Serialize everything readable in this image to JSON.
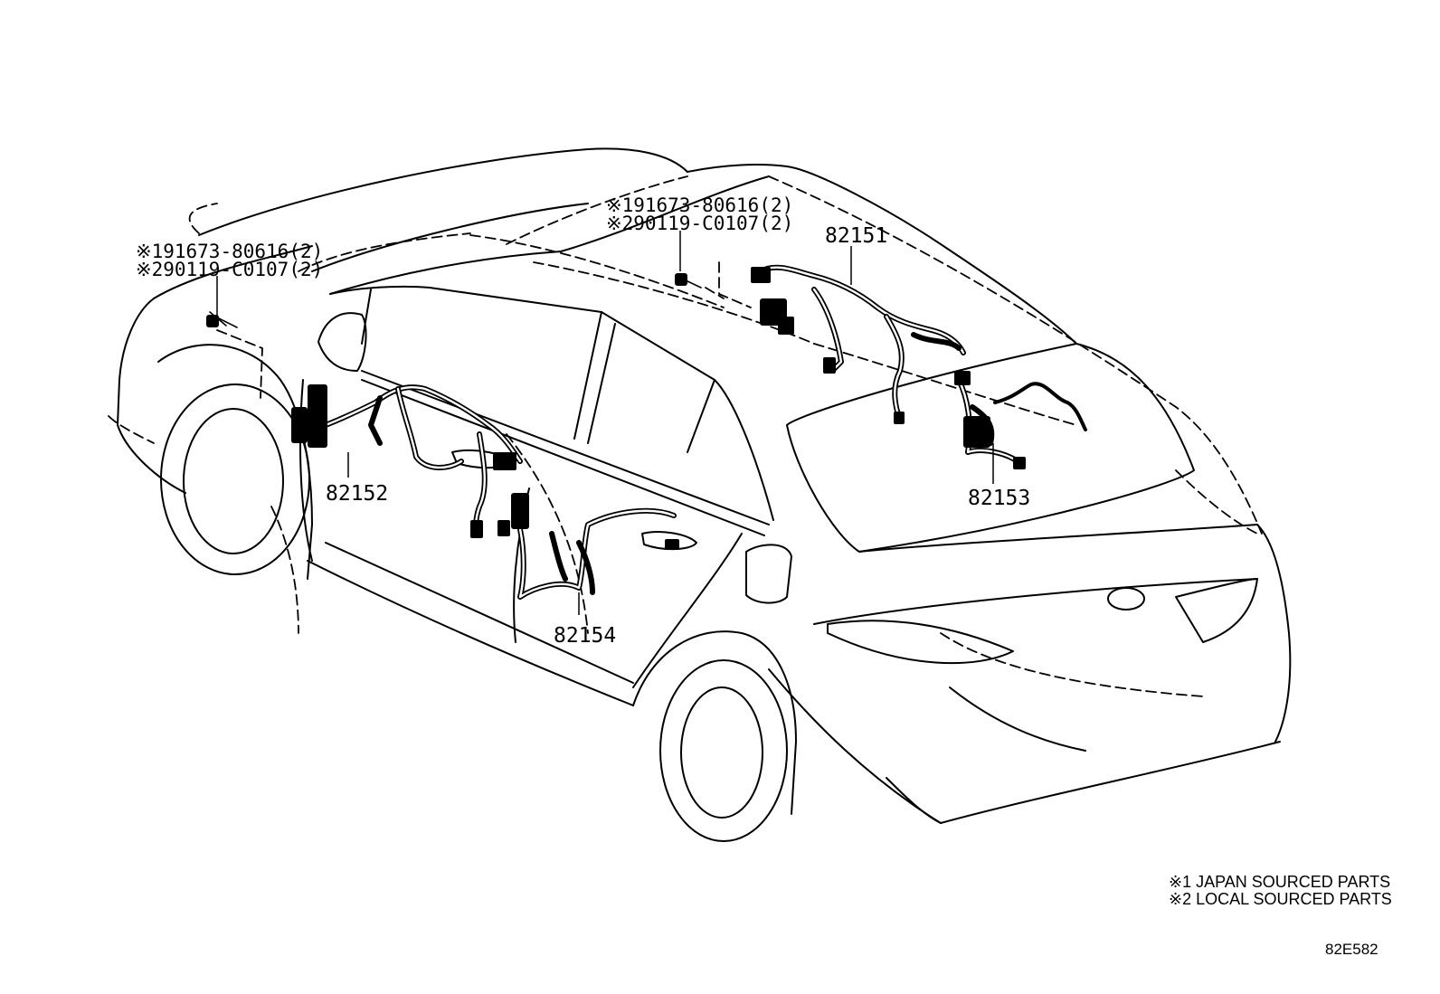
{
  "callouts_left": {
    "line1": "※191673-80616(2)",
    "line2": "※290119-C0107(2)"
  },
  "callouts_roof": {
    "line1": "※191673-80616(2)",
    "line2": "※290119-C0107(2)"
  },
  "parts": {
    "roof_harness": "82151",
    "front_door_harness": "82152",
    "rear_harness": "82153",
    "rear_door_harness": "82154"
  },
  "legend": {
    "note1": "※1 JAPAN SOURCED PARTS",
    "note2": "※2 LOCAL SOURCED PARTS"
  },
  "diagram_code": "82E582"
}
